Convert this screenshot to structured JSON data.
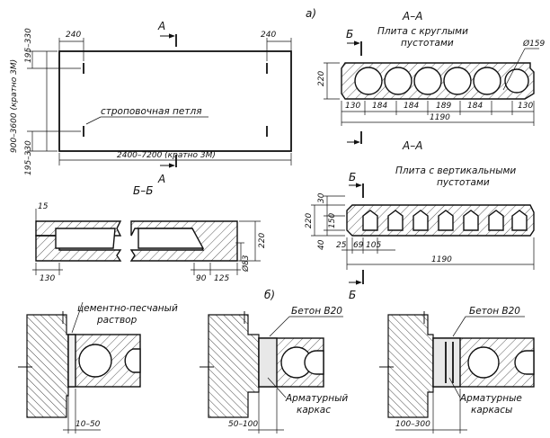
{
  "labels": {
    "a": "а)",
    "b": "б)",
    "section_aa_top": "А–А",
    "section_aa_bottom": "А–А",
    "section_bb": "Б–Б",
    "cut_a": "А",
    "cut_b": "Б"
  },
  "plan": {
    "width": "2400–7200 (кратно 3М)",
    "height": "900–3600 (кратно 3М)",
    "edge_top": "195–330",
    "edge_bottom": "195–330",
    "loop_offset": "240",
    "loop_label": "строповочная петля"
  },
  "round_slab": {
    "title_line1": "Плита с круглыми",
    "title_line2": "пустотами",
    "diameter": "Ø159",
    "height": "220",
    "dims": [
      "130",
      "184",
      "184",
      "189",
      "184",
      "130"
    ],
    "total": "1190"
  },
  "vert_slab": {
    "title_line1": "Плита с вертикальными",
    "title_line2": "пустотами",
    "top": "30",
    "mid": "150",
    "total_h": "220",
    "bottom": "40",
    "dims": [
      "25",
      "69",
      "105"
    ],
    "total": "1190"
  },
  "bb_section": {
    "top": "15",
    "height": "220",
    "left": "130",
    "d1": "90",
    "d2": "125",
    "diameter": "Ø83"
  },
  "details": {
    "mortar_line1": "цементно-песчаный",
    "mortar_line2": "раствор",
    "concrete1": "Бетон В20",
    "concrete2": "Бетон В20",
    "frame1_line1": "Арматурный",
    "frame1_line2": "каркас",
    "frame2_line1": "Арматурные",
    "frame2_line2": "каркасы",
    "dim1": "10–50",
    "dim2": "50–100",
    "dim3": "100–300"
  }
}
